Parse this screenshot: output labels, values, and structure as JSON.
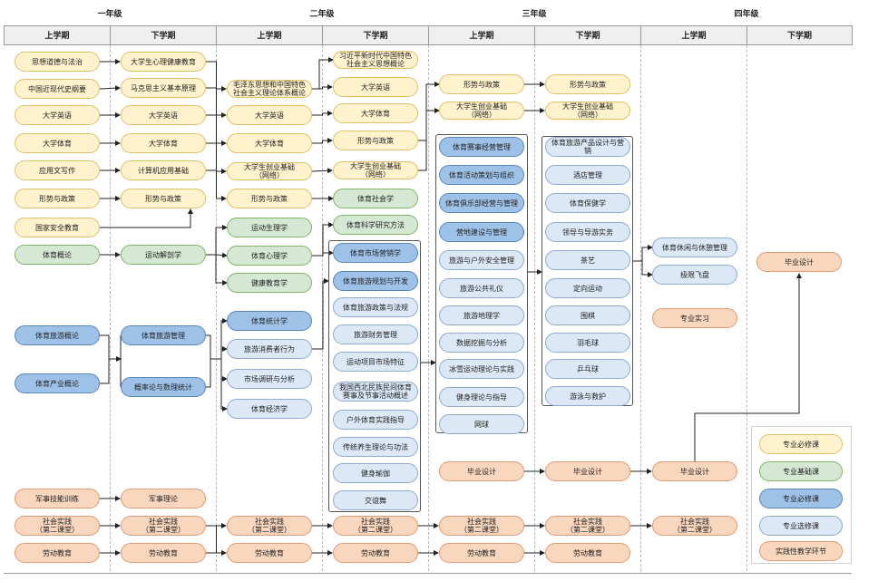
{
  "years": [
    "一年级",
    "二年级",
    "三年级",
    "四年级"
  ],
  "semesters": [
    "上学期",
    "下学期",
    "上学期",
    "下学期",
    "上学期",
    "下学期",
    "上学期",
    "下学期"
  ],
  "colors": {
    "yellow": "#fff2cc",
    "green": "#d5e8d4",
    "blue": "#9ec1e8",
    "light_blue": "#dce8f6",
    "orange": "#f9d6be",
    "wire": "#222222"
  },
  "courses": {
    "c1": [
      "思想道德与法治",
      "中国近现代史纲要",
      "大学英语",
      "大学体育",
      "应用文写作",
      "形势与政策",
      "国家安全教育",
      "体育概论",
      "体育旅游概论",
      "体育产业概论",
      "军事技能训练",
      "社会实践\n（第二课堂）",
      "劳动教育"
    ],
    "c2": [
      "大学生心理健康教育",
      "马克思主义基本原理",
      "大学英语",
      "大学体育",
      "计算机应用基础",
      "形势与政策",
      "运动解剖学",
      "体育旅游管理",
      "概率论与数理统计",
      "军事理论",
      "社会实践\n（第二课堂）",
      "劳动教育"
    ],
    "c3": [
      "毛泽东思想和中国特色社会主义理论体系概论",
      "大学英语",
      "大学体育",
      "大学生创业基础\n（网络）",
      "形势与政策",
      "运动生理学",
      "体育心理学",
      "健康教育学",
      "体育统计学",
      "旅游消费者行为",
      "市场调研与分析",
      "体育经济学",
      "社会实践\n（第二课堂）",
      "劳动教育"
    ],
    "c4": [
      "习近平新时代中国特色社会主义思想概论",
      "大学英语",
      "大学体育",
      "形势与政策",
      "大学生创业基础\n（网络）",
      "体育社会学",
      "体育科学研究方法",
      "体育市场营销学",
      "体育旅游规划与开发",
      "体育旅游政策与法规",
      "旅游财务管理",
      "运动项目市场特征",
      "我国西北民族民间体育赛事及节事活动概述",
      "户外体育实践指导",
      "传统养生理论与功法",
      "健身瑜伽",
      "交谊舞",
      "社会实践\n（第二课堂）",
      "劳动教育"
    ],
    "c5": [
      "形势与政策",
      "大学生创业基础\n（网络）",
      "体育赛事经营管理",
      "体育活动策划与组织",
      "体育俱乐部经营与管理",
      "营地建设与管理",
      "旅游与户外安全管理",
      "旅游公共礼仪",
      "旅游地理学",
      "数据挖掘与分析",
      "冰雪运动理论与实践",
      "健身理论与指导",
      "网球",
      "毕业设计",
      "社会实践\n（第二课堂）",
      "劳动教育"
    ],
    "c6": [
      "形势与政策",
      "大学生创业基础\n（网络）",
      "体育旅游产品设计与营销",
      "酒店管理",
      "体育保健学",
      "领导与导游实务",
      "茶艺",
      "定向运动",
      "围棋",
      "羽毛球",
      "乒乓球",
      "游泳与救护",
      "毕业设计",
      "社会实践\n（第二课堂）",
      "劳动教育"
    ],
    "c7": [
      "体育休闲与休憩管理",
      "极限飞盘",
      "专业实习",
      "毕业设计",
      "社会实践\n（第二课堂）"
    ],
    "c8": [
      "毕业设计"
    ]
  },
  "legend": [
    "专业必修课",
    "专业基础课",
    "专业必修课",
    "专业选修课",
    "实践性教学环节"
  ]
}
